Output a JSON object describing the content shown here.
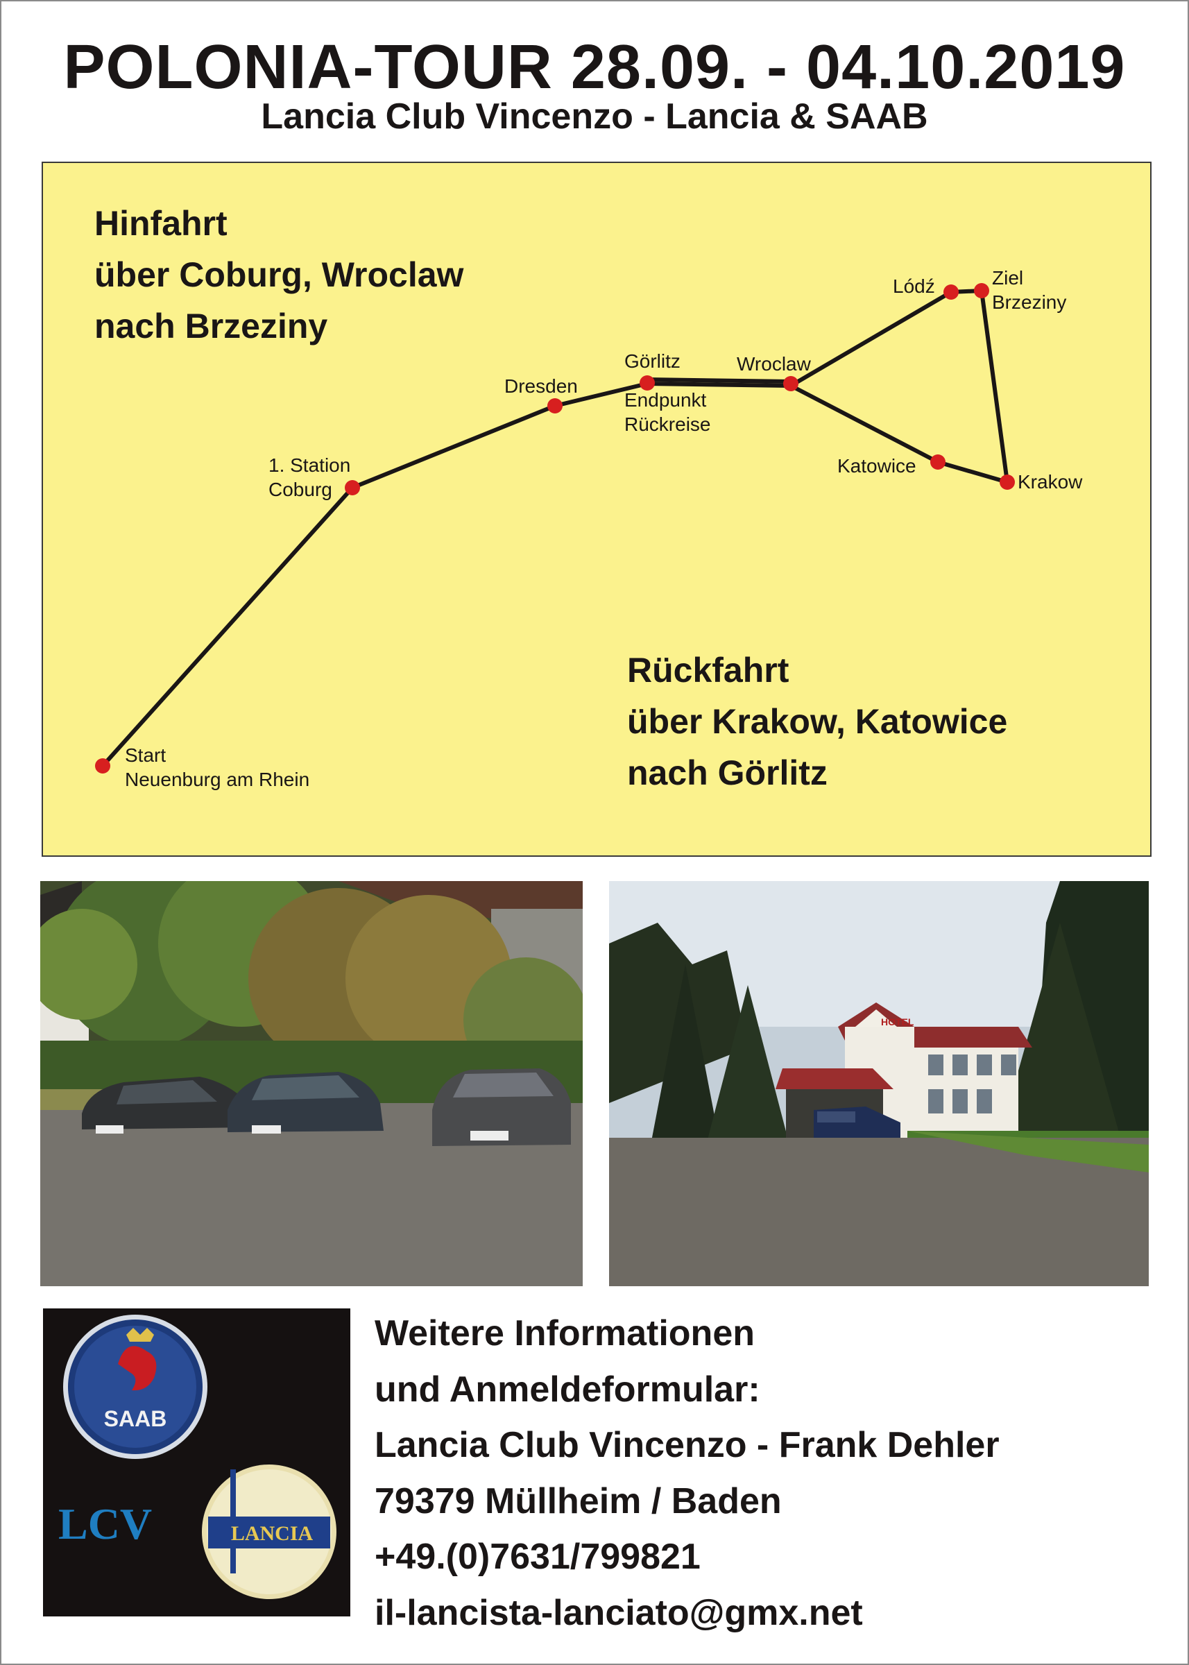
{
  "header": {
    "title": "POLONIA-TOUR 28.09. - 04.10.2019",
    "subtitle": "Lancia Club Vincenzo - Lancia & SAAB"
  },
  "map": {
    "outbound": [
      "Hinfahrt",
      "über Coburg, Wroclaw",
      "nach Brzeziny"
    ],
    "return": [
      "Rückfahrt",
      "über Krakow, Katowice",
      "nach Görlitz"
    ],
    "stops": {
      "start": [
        "Start",
        "Neuenburg am Rhein"
      ],
      "coburg": [
        "1. Station",
        "Coburg"
      ],
      "dresden": "Dresden",
      "goerlitz": "Görlitz",
      "endpunkt": [
        "Endpunkt",
        "Rückreise"
      ],
      "wroclaw": "Wroclaw",
      "lodz": "Lódź",
      "ziel": [
        "Ziel",
        "Brzeziny"
      ],
      "katowice": "Katowice",
      "krakow": "Krakow"
    },
    "colors": {
      "background": "#fbf28d",
      "route": "#1a1616",
      "stop": "#d71f1f"
    }
  },
  "photos": {
    "hotel_sign": "HOTEL"
  },
  "logos": {
    "saab": "SAAB",
    "lcv": "LCV",
    "lancia": "LANCIA"
  },
  "contact": {
    "lines": [
      "Weitere Informationen",
      "und Anmeldeformular:",
      "Lancia Club Vincenzo - Frank Dehler",
      "79379 Müllheim / Baden",
      "+49.(0)7631/799821",
      "il-lancista-lanciato@gmx.net"
    ]
  }
}
